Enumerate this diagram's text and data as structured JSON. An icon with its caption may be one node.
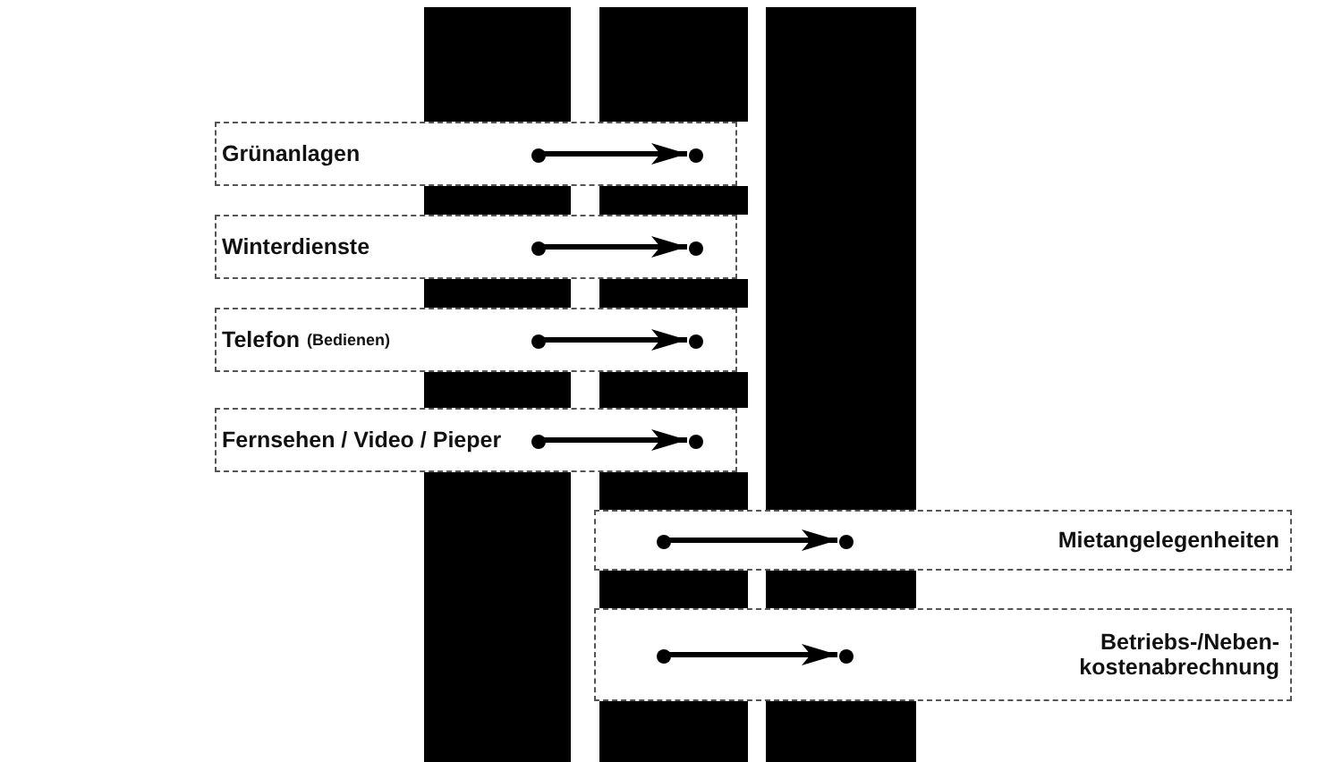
{
  "diagram": {
    "nodes": [
      {
        "text": [
          "Grünanlagen"
        ]
      },
      {
        "text": [
          "Winterdienste"
        ]
      },
      {
        "text": [
          "Telefon",
          "(Bedienen)"
        ]
      },
      {
        "text": [
          "Fernsehen / Video / Pieper"
        ]
      },
      {
        "text": [
          "Mietangelegenheiten"
        ]
      },
      {
        "text": [
          "Betriebs-/Neben- kostenabrechnung"
        ]
      },
      {
        "text": [],
        "shape": "circle",
        "in": 0
      },
      {
        "text": [],
        "shape": "circle",
        "in": 0
      },
      {
        "text": [],
        "shape": "circle",
        "in": 1
      },
      {
        "text": [],
        "shape": "circle",
        "in": 1
      },
      {
        "text": [],
        "shape": "circle",
        "in": 2
      },
      {
        "text": [],
        "shape": "circle",
        "in": 2
      },
      {
        "text": [],
        "shape": "circle",
        "in": 3
      },
      {
        "text": [],
        "shape": "circle",
        "in": 3
      },
      {
        "text": [],
        "shape": "circle",
        "in": 4
      },
      {
        "text": [],
        "shape": "circle",
        "in": 4
      },
      {
        "text": [],
        "shape": "circle",
        "in": 5
      },
      {
        "text": [],
        "shape": "circle",
        "in": 5
      }
    ],
    "edges": [
      {
        "from": 6,
        "to": 7,
        "arrow": "to"
      },
      {
        "from": 8,
        "to": 9,
        "arrow": "to"
      },
      {
        "from": 10,
        "to": 11,
        "arrow": "to"
      },
      {
        "from": 12,
        "to": 13,
        "arrow": "to"
      },
      {
        "from": 14,
        "to": 15,
        "arrow": "to"
      },
      {
        "from": 16,
        "to": 17,
        "arrow": "to"
      }
    ]
  }
}
